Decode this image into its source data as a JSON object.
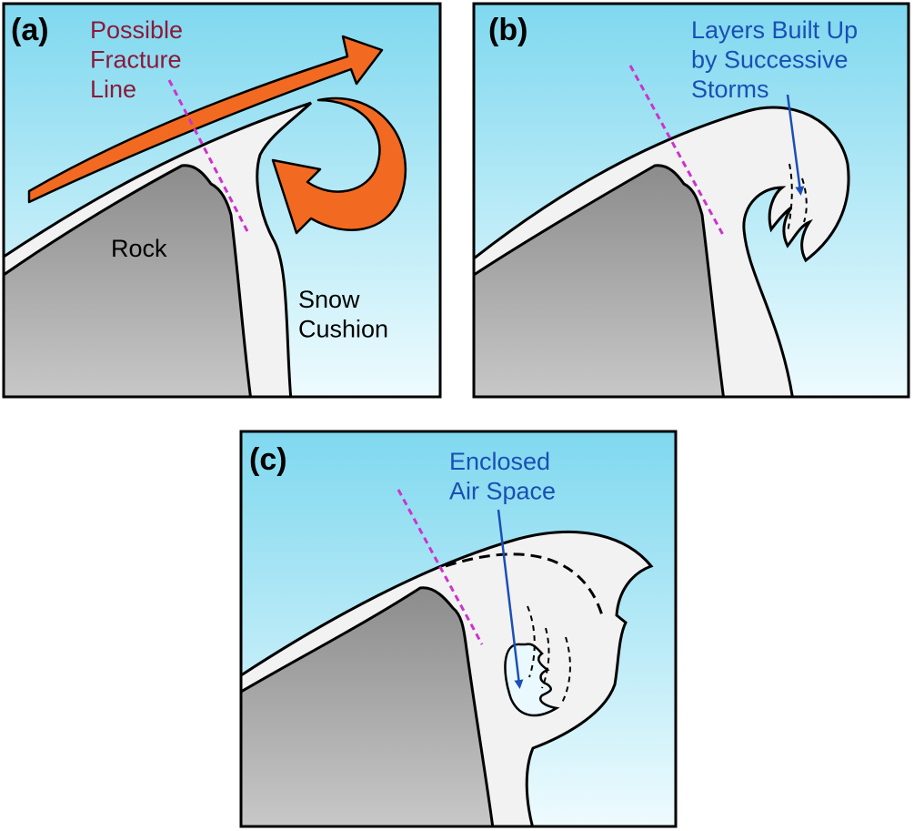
{
  "panels": [
    {
      "label": "(a)",
      "annotations": {
        "fracture": "Possible\nFracture\nLine",
        "rock": "Rock",
        "cushion": "Snow\nCushion"
      }
    },
    {
      "label": "(b)",
      "annotations": {
        "layers": "Layers Built Up\nby Successive\nStorms"
      }
    },
    {
      "label": "(c)",
      "annotations": {
        "air": "Enclosed\nAir Space"
      }
    }
  ],
  "colors": {
    "sky_top": "#7fd8ef",
    "sky_bottom": "#eaf9fd",
    "rock_top": "#8a8a8a",
    "rock_bottom": "#c4c4c4",
    "snow": "#f0f0f0",
    "wind_arrow": "#f26a21",
    "fracture_line": "#cc33cc",
    "fracture_text": "#8b1a3a",
    "blue_text": "#1a4fb5"
  }
}
